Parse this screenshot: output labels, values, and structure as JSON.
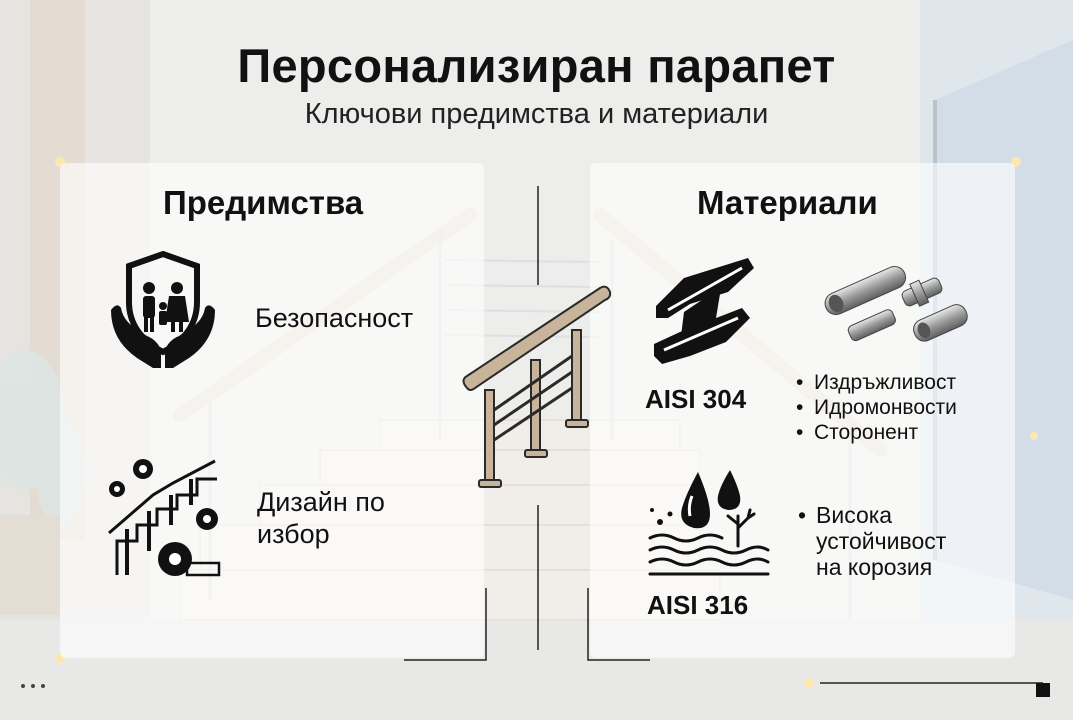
{
  "header": {
    "title": "Персонализиран парапет",
    "subtitle": "Ключови предимства и материали"
  },
  "advantages": {
    "heading": "Предимства",
    "items": [
      {
        "label": "Безопасност",
        "icon": "family-protection-icon"
      },
      {
        "label_lines": [
          "Дизайн по",
          "избор"
        ],
        "icon": "custom-design-icon"
      }
    ]
  },
  "materials": {
    "heading": "Материали",
    "items": [
      {
        "grade": "AISI 304",
        "icon": "steel-beam-icon",
        "bullets": [
          "Издръжливост",
          "Идромонвости",
          "Сторонент"
        ]
      },
      {
        "grade": "AISI 316",
        "icon": "water-corrosion-icon",
        "bullets": [
          "Висока",
          "устойчивост",
          "на корозия"
        ]
      }
    ]
  },
  "colors": {
    "background": "#eeeeec",
    "text": "#111111",
    "railing_wood": "#c8b49a",
    "panel": "#ffffff"
  }
}
